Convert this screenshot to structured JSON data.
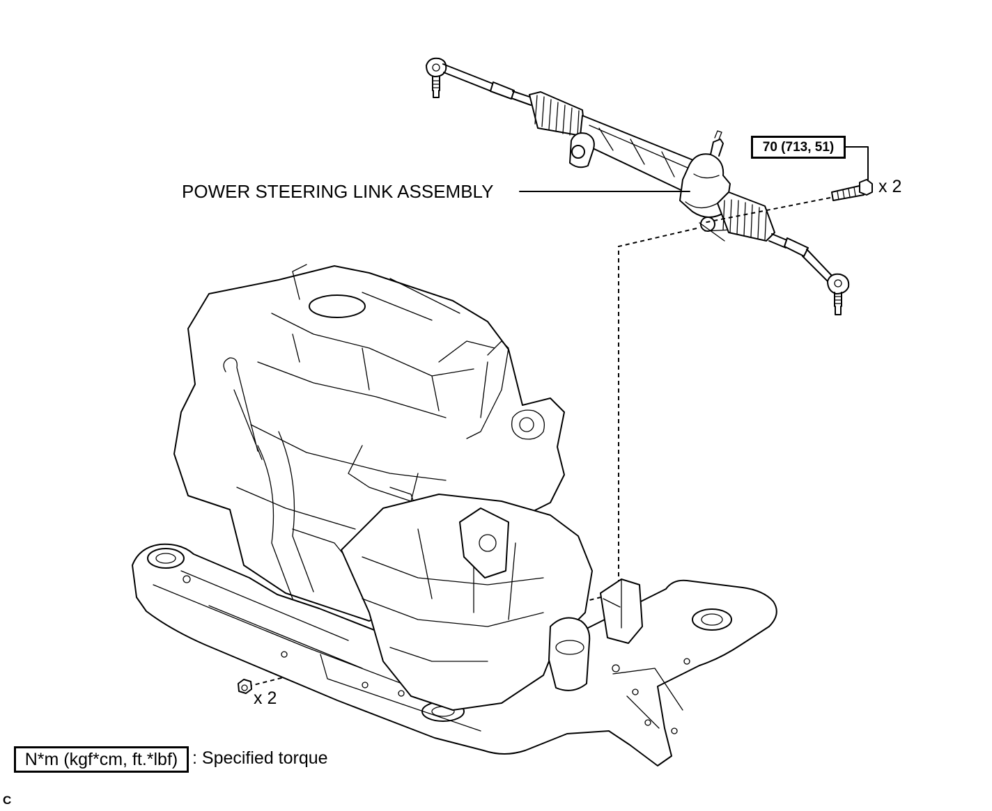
{
  "diagram": {
    "part_label": "POWER STEERING LINK ASSEMBLY",
    "torque_spec": "70 (713, 51)",
    "bolt_quantity": "x 2",
    "nut_quantity": "x 2"
  },
  "legend": {
    "units": "N*m (kgf*cm, ft.*lbf)",
    "meaning": ": Specified torque"
  },
  "page_code": "C"
}
